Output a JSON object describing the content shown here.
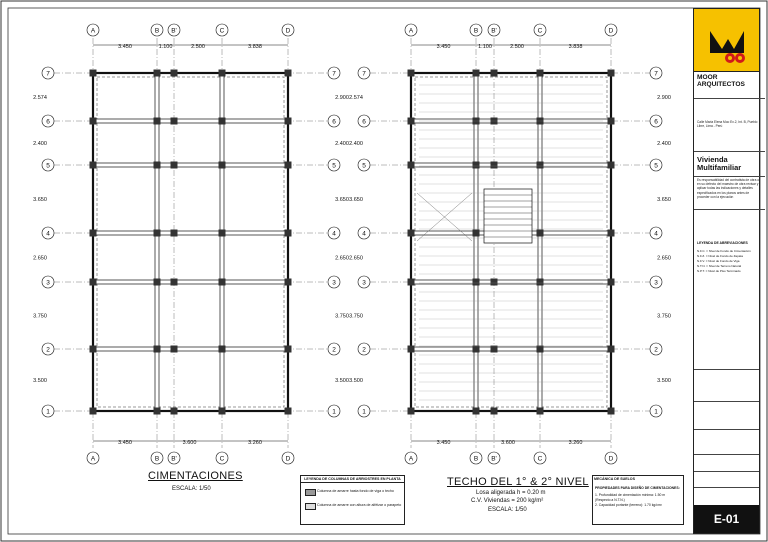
{
  "plan_left": {
    "title": "CIMENTACIONES",
    "scale": "ESCALA: 1/50",
    "top_dims": [
      "3.450",
      "1.100",
      "2.500",
      "3.838"
    ],
    "bottom_dims": [
      "3.450",
      "3.600",
      "3.260"
    ],
    "left_dims": [
      "2.574",
      "2.400",
      "3.650",
      "2.650",
      "3.750",
      "3.500"
    ],
    "right_dims": [
      "2.900",
      "2.400",
      "3.650",
      "2.650",
      "3.750",
      "3.500"
    ]
  },
  "plan_right": {
    "title": "TECHO DEL 1° & 2° NIVEL",
    "line1": "Losa aligerada h = 0.20 m",
    "line2": "C.V. Viviendas = 200 kg/m²",
    "scale": "ESCALA: 1/50",
    "top_dims": [
      "3.450",
      "1.100",
      "2.500",
      "3.838"
    ],
    "bottom_dims": [
      "3.450",
      "3.600",
      "3.260"
    ],
    "left_dims": [
      "2.574",
      "2.400",
      "3.650",
      "2.650",
      "3.750",
      "3.500"
    ],
    "right_dims": [
      "2.900",
      "2.400",
      "3.650",
      "2.650",
      "3.750",
      "3.500"
    ]
  },
  "grid_columns": [
    "A",
    "B",
    "B'",
    "C",
    "D"
  ],
  "grid_rows": [
    "7",
    "6",
    "5",
    "4",
    "3",
    "2",
    "1"
  ],
  "legend": {
    "title": "LEYENDA DE COLUMNAS DE ARRIOSTRES EN PLANTA",
    "item1": "Columna de amarre hasta fondo de viga o techo",
    "item2": "Columna de amarre con altura de alféizar o parapeto"
  },
  "soil": {
    "title": "MECÁNICA DE SUELOS",
    "subtitle": "PROPIEDADES PARA DISEÑO DE CIMENTACIONES:",
    "l1": "1. Profundidad de cimentación mínima: 1.50 m",
    "l2": "   (Respecto a N.T.N.)",
    "l3": "2. Capacidad portante (terreno): 1.70 kg/cm²"
  },
  "title_block": {
    "firm": "MOOR ARQUITECTOS",
    "address": "Calle Maria Elena Moo Ex.2, Int. B, Pueblo Libre, Lima - Perú",
    "project": "Vivienda Multifamiliar",
    "note": "Es responsabilidad del contratista de obra o en su defecto del maestro de obra revisar y aplicar todas las indicaciones y detalles especificados en los planos antes de proceder con la ejecución",
    "legend_hdr": "LEYENDA DE ABREVIACIONES",
    "abbr1": "N.F.C. = Nivel de Fondo de Cimentación",
    "abbr2": "N.F.Z. = Nivel de Fondo de Zapata",
    "abbr3": "N.F.V. = Nivel de Fondo de Viga",
    "abbr4": "N.T.N. = Nivel de Terreno Natural",
    "abbr5": "N.P.T. = Nivel de Piso Terminado",
    "sheet": "E-01"
  },
  "colors": {
    "ink": "#1a1a1a",
    "logo_yellow": "#f6c100",
    "logo_red": "#d11a1a"
  }
}
